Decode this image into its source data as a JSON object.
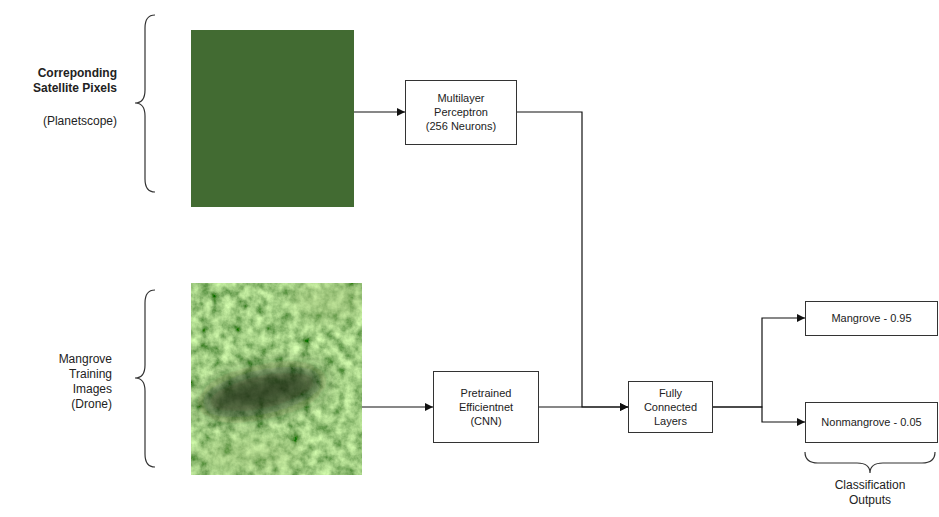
{
  "diagram": {
    "nodes": [
      {
        "text": [
          "Multilayer Perceptron (256 Neurons)"
        ]
      },
      {
        "text": [
          "Pretrained Efficientnet (CNN)"
        ]
      },
      {
        "text": [
          "Fully Connected Layers"
        ]
      },
      {
        "text": [
          "Mangrove - 0.95"
        ]
      },
      {
        "text": [
          "Nonmangrove - 0.05"
        ]
      }
    ],
    "edges": [
      {
        "from": 0,
        "to": 2,
        "arrow": "to"
      },
      {
        "from": 1,
        "to": 2,
        "arrow": "to"
      },
      {
        "from": 2,
        "to": 3,
        "arrow": "to"
      },
      {
        "from": 2,
        "to": 4,
        "arrow": "to"
      }
    ],
    "labels": [
      "Correponding Satellite Pixels",
      "(Planetscope)",
      "Mangrove Training Images (Drone)",
      "Classification Outputs"
    ]
  }
}
